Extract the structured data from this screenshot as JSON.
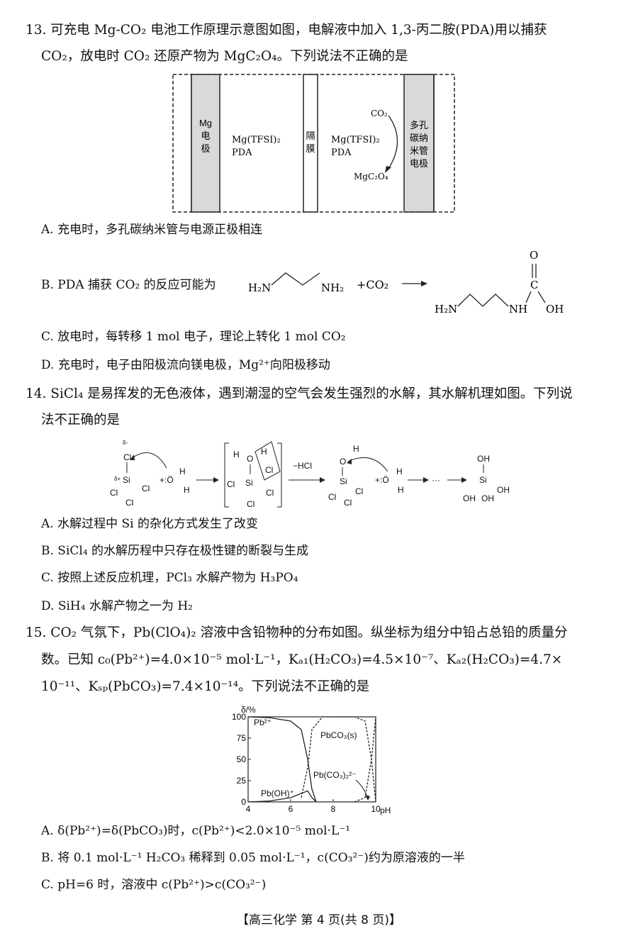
{
  "q13": {
    "line1": "13. 可充电 Mg-CO₂ 电池工作原理示意图如图，电解液中加入 1,3-丙二胺(PDA)用以捕获",
    "line2": "CO₂，放电时 CO₂ 还原产物为 MgC₂O₄。下列说法不正确的是",
    "diagram": {
      "mg_electrode": [
        "Mg",
        "电",
        "极"
      ],
      "left_electrolyte": [
        "Mg(TFSI)₂",
        "PDA"
      ],
      "separator": [
        "隔",
        "膜"
      ],
      "right_electrolyte": [
        "Mg(TFSI)₂",
        "PDA"
      ],
      "co2": "CO₂",
      "product": "MgC₂O₄",
      "cnt_electrode": [
        "多孔",
        "碳纳",
        "米管",
        "电极"
      ]
    },
    "optA": "A. 充电时，多孔碳纳米管与电源正极相连",
    "optB": "B. PDA 捕获 CO₂ 的反应可能为",
    "optB_chem": {
      "h2n": "H₂N",
      "nh2": "NH₂",
      "plus_co2": "+CO₂",
      "o": "O",
      "c": "C",
      "nh": "NH",
      "oh": "OH"
    },
    "optC": "C. 放电时，每转移 1 mol 电子，理论上转化 1 mol CO₂",
    "optD": "D. 充电时，电子由阳极流向镁电极，Mg²⁺向阳极移动"
  },
  "q14": {
    "line1": "14. SiCl₄ 是易挥发的无色液体，遇到潮湿的空气会发生强烈的水解，其水解机理如图。下列说",
    "line2": "法不正确的是",
    "mech": {
      "delta_minus": "δ-",
      "delta_plus": "δ+",
      "cl": "Cl",
      "si": "Si",
      "o": "O",
      "h": "H",
      "minus_hcl": "−HCl",
      "dots": "···",
      "oh": "OH",
      "lone": "+:Ö"
    },
    "optA": "A. 水解过程中 Si 的杂化方式发生了改变",
    "optB": "B. SiCl₄ 的水解历程中只存在极性键的断裂与生成",
    "optC": "C. 按照上述反应机理，PCl₃ 水解产物为 H₃PO₄",
    "optD": "D. SiH₄ 水解产物之一为 H₂"
  },
  "q15": {
    "line1": "15. CO₂ 气氛下，Pb(ClO₄)₂ 溶液中含铅物种的分布如图。纵坐标为组分中铅占总铅的质量分",
    "line2": "数。已知 c₀(Pb²⁺)=4.0×10⁻⁵ mol·L⁻¹，Kₐ₁(H₂CO₃)=4.5×10⁻⁷、Kₐ₂(H₂CO₃)=4.7×",
    "line3": "10⁻¹¹、Kₛₚ(PbCO₃)=7.4×10⁻¹⁴。下列说法不正确的是",
    "optA": "A. δ(Pb²⁺)=δ(PbCO₃)时，c(Pb²⁺)<2.0×10⁻⁵ mol·L⁻¹",
    "optB": "B. 将 0.1 mol·L⁻¹ H₂CO₃ 稀释到 0.05 mol·L⁻¹，c(CO₃²⁻)约为原溶液的一半",
    "optC": "C. pH=6 时，溶液中 c(Pb²⁺)>c(CO₃²⁻)"
  },
  "chart_data": {
    "type": "line",
    "ylabel": "δ/%",
    "xlabel": "pH",
    "xlim": [
      4,
      10
    ],
    "ylim": [
      0,
      100
    ],
    "x_ticks": [
      "4",
      "6",
      "8",
      "10"
    ],
    "y_ticks": [
      "100",
      "75",
      "50",
      "25",
      "0"
    ],
    "series": [
      {
        "name": "Pb²⁺",
        "x": [
          4,
          5,
          6,
          6.5,
          6.8,
          7.0,
          7.2
        ],
        "y": [
          100,
          99,
          95,
          85,
          50,
          15,
          0
        ]
      },
      {
        "name": "Pb(OH)⁺",
        "x": [
          4,
          5,
          6,
          6.5,
          6.8,
          7.0,
          7.2
        ],
        "y": [
          0,
          1,
          5,
          10,
          13,
          5,
          0
        ]
      },
      {
        "name": "PbCO₃(s)",
        "x": [
          6.5,
          6.8,
          7.0,
          7.5,
          8,
          9,
          9.5,
          9.8,
          10
        ],
        "y": [
          5,
          40,
          85,
          100,
          100,
          100,
          95,
          50,
          0
        ]
      },
      {
        "name": "Pb(CO₃)₂²⁻",
        "x": [
          9,
          9.5,
          9.8,
          10
        ],
        "y": [
          0,
          5,
          50,
          100
        ]
      }
    ]
  },
  "footer": "【高三化学  第 4 页(共 8 页)】"
}
